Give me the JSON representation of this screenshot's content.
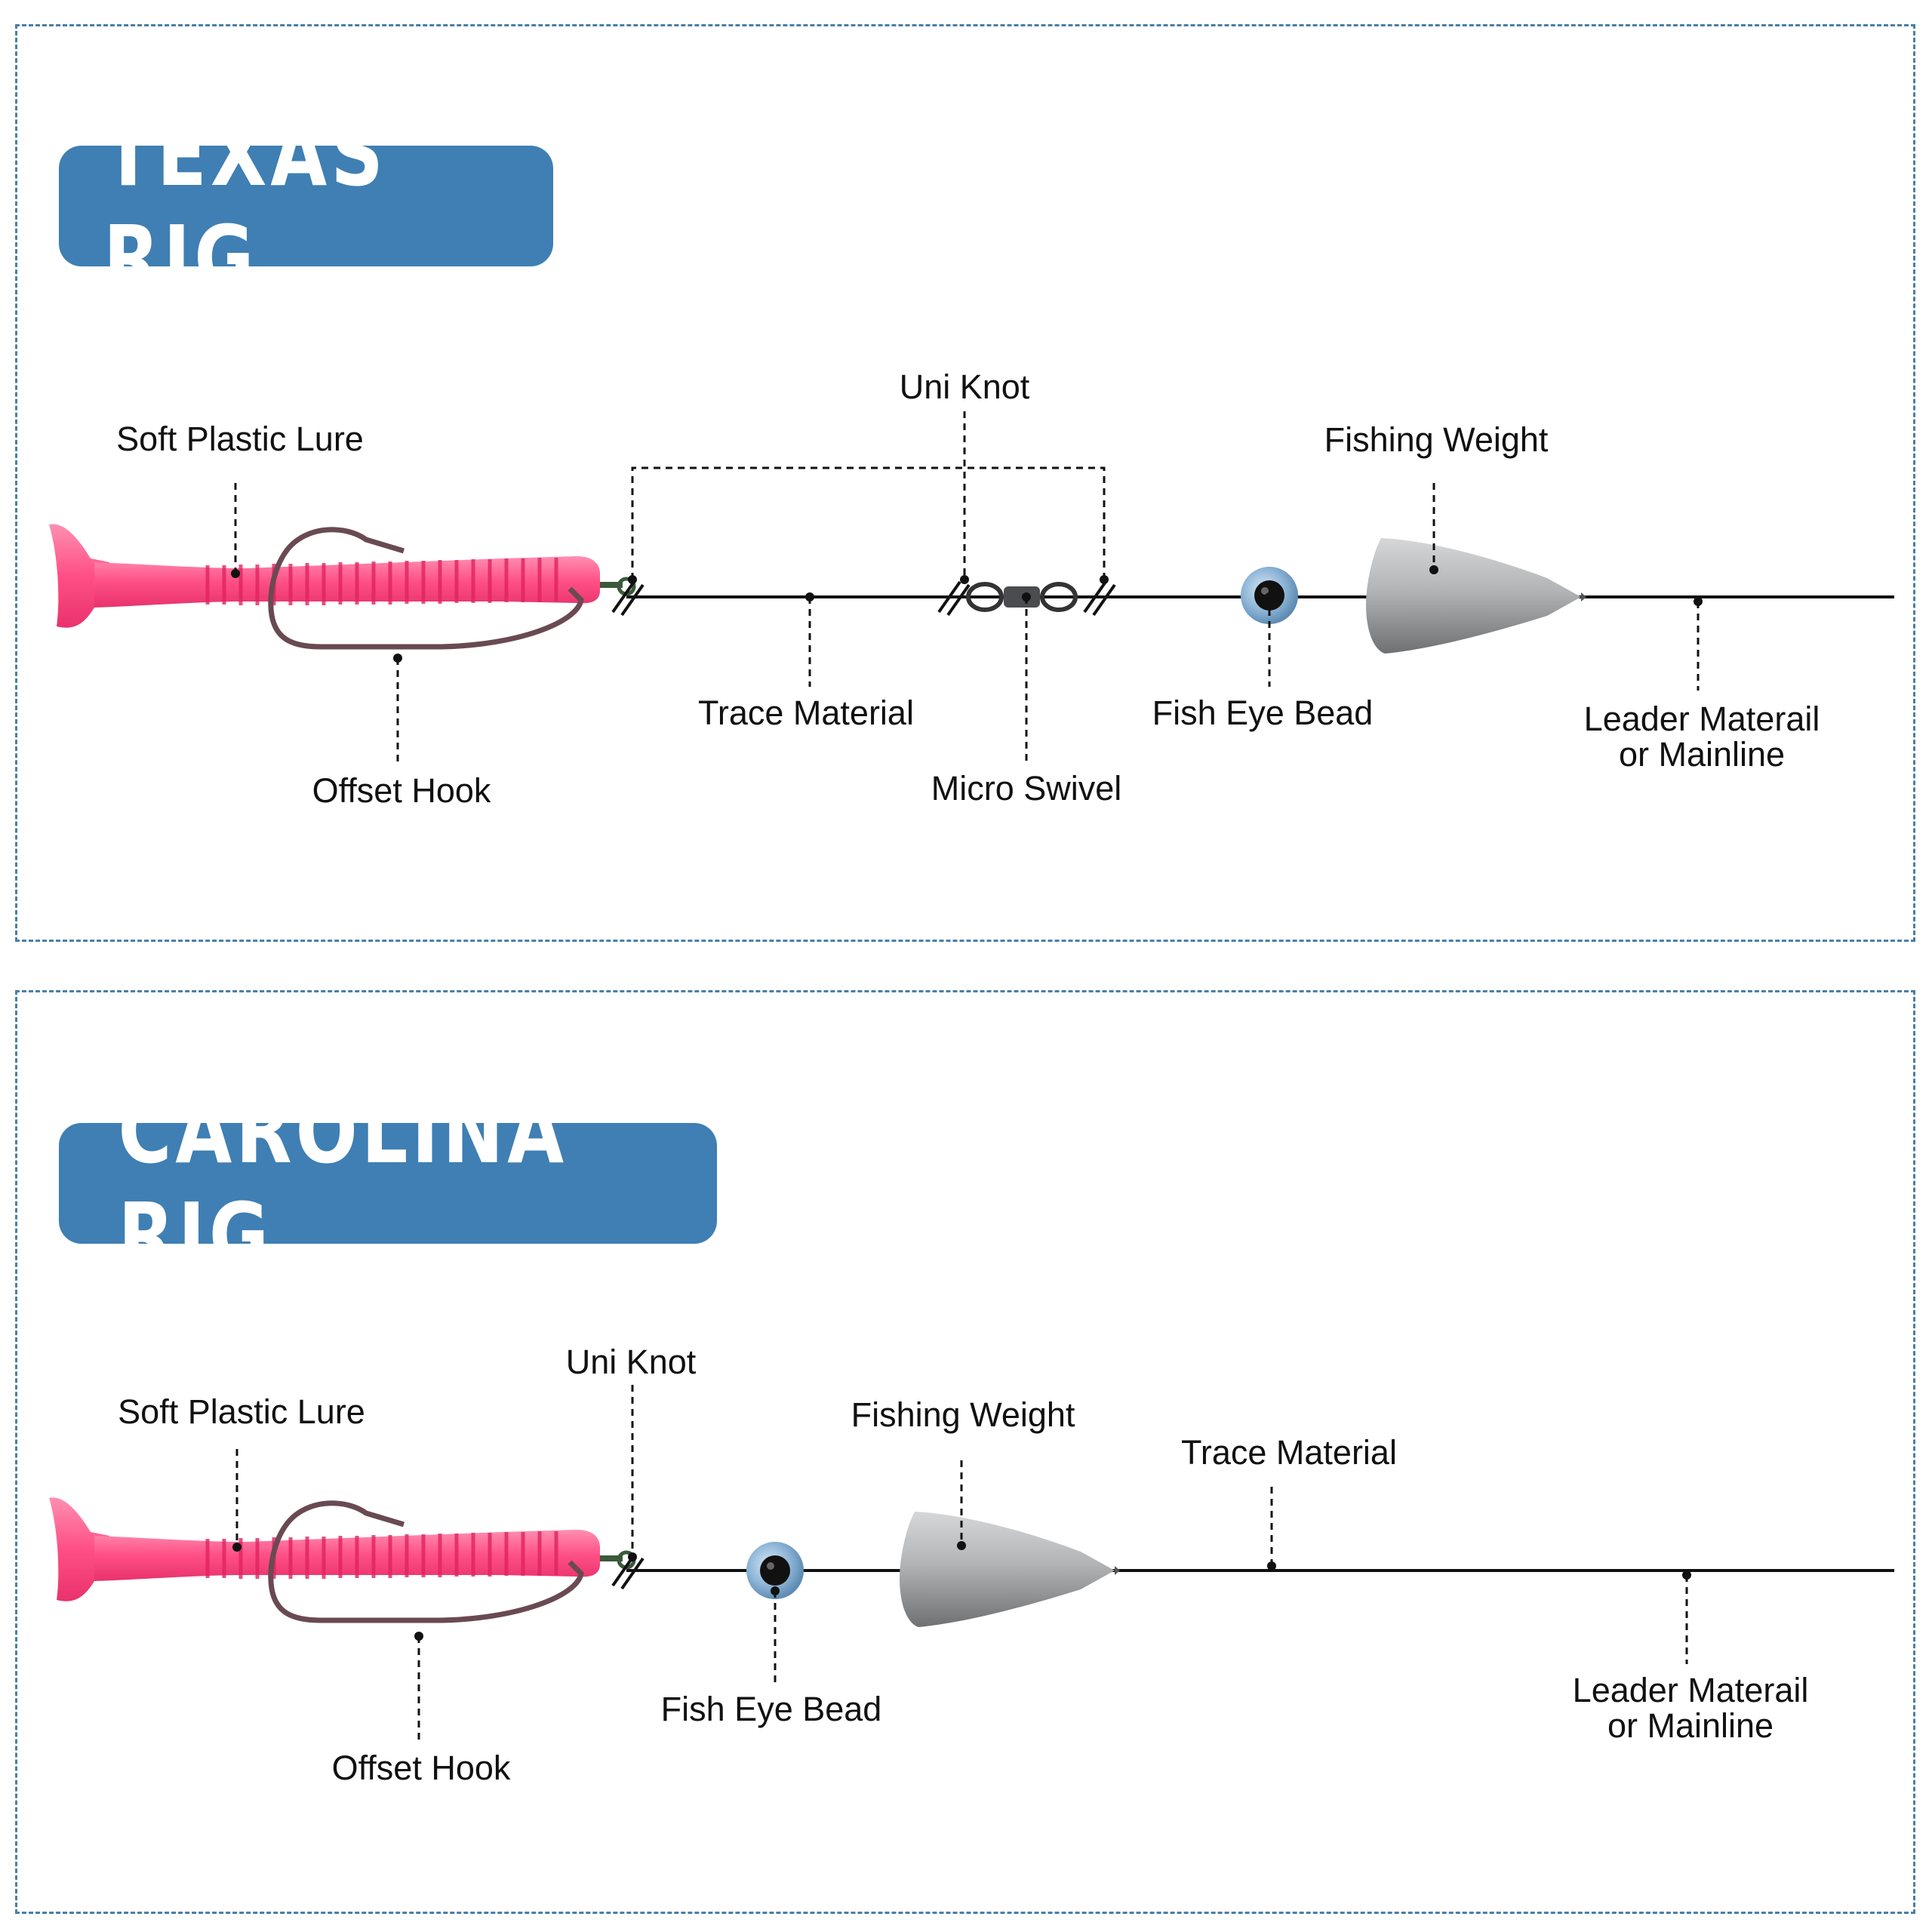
{
  "texas": {
    "title": "TEXAS RIG",
    "labels": {
      "soft_plastic_lure": "Soft Plastic Lure",
      "uni_knot": "Uni Knot",
      "fishing_weight": "Fishing Weight",
      "trace_material": "Trace Material",
      "fish_eye_bead": "Fish Eye Bead",
      "leader_line1": "Leader Materail",
      "leader_line2": "or Mainline",
      "offset_hook": "Offset Hook",
      "micro_swivel": "Micro Swivel"
    }
  },
  "carolina": {
    "title": "CAROLINA RIG",
    "labels": {
      "uni_knot": "Uni Knot",
      "soft_plastic_lure": "Soft Plastic Lure",
      "fishing_weight": "Fishing Weight",
      "trace_material": "Trace Material",
      "fish_eye_bead": "Fish Eye Bead",
      "leader_line1": "Leader Materail",
      "leader_line2": "or Mainline",
      "offset_hook": "Offset Hook"
    }
  },
  "colors": {
    "banner": "#3f7fb3",
    "panel_border": "#4a7fa6",
    "lure_pink": "#ff5c8f",
    "weight_gray": "#a9abad",
    "bead_blue": "#8fb6d8"
  }
}
